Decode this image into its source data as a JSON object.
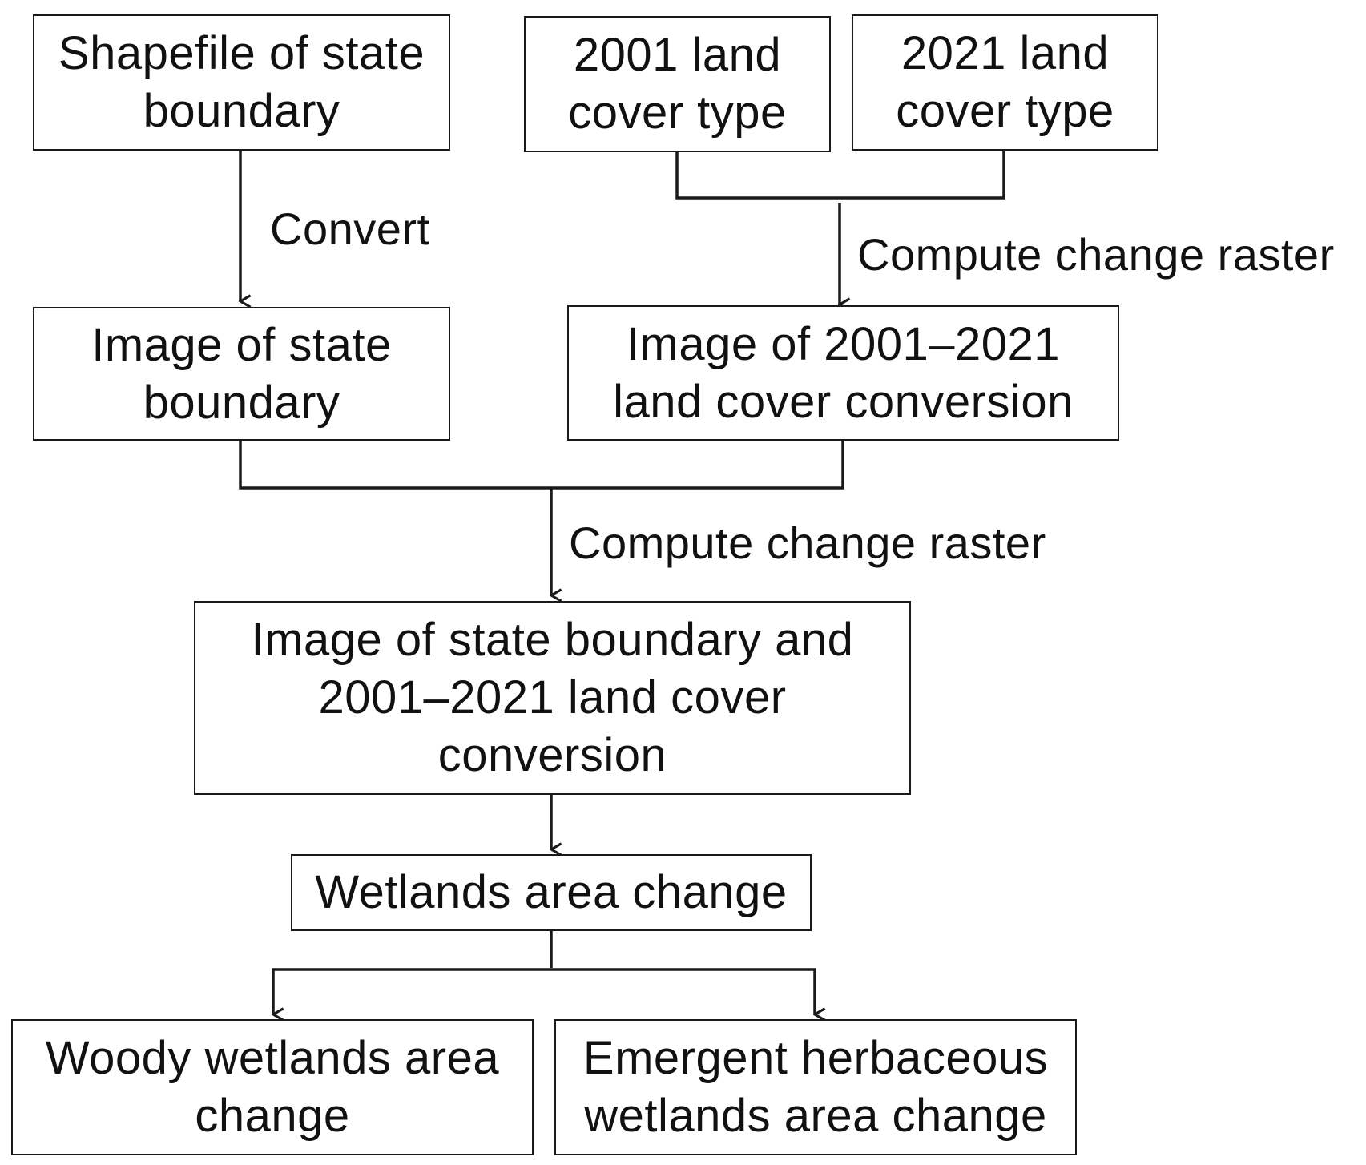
{
  "nodes": {
    "shapefile": [
      "Shapefile of state",
      "boundary"
    ],
    "lc2001": [
      "2001 land",
      "cover type"
    ],
    "lc2021": [
      "2021 land",
      "cover type"
    ],
    "state_image": [
      "Image of state",
      "boundary"
    ],
    "conversion_image": [
      "Image of 2001–2021",
      "land cover conversion"
    ],
    "combined_image": [
      "Image of state boundary and",
      "2001–2021 land cover",
      "conversion"
    ],
    "wetlands_change": [
      "Wetlands area change"
    ],
    "woody_change": [
      "Woody wetlands area",
      "change"
    ],
    "herbaceous_change": [
      "Emergent herbaceous",
      "wetlands area change"
    ]
  },
  "edge_labels": {
    "convert": "Convert",
    "compute_change_1": "Compute change raster",
    "compute_change_2": "Compute change raster"
  },
  "colors": {
    "stroke": "#1a1a1a",
    "text": "#111111",
    "background": "#ffffff"
  }
}
